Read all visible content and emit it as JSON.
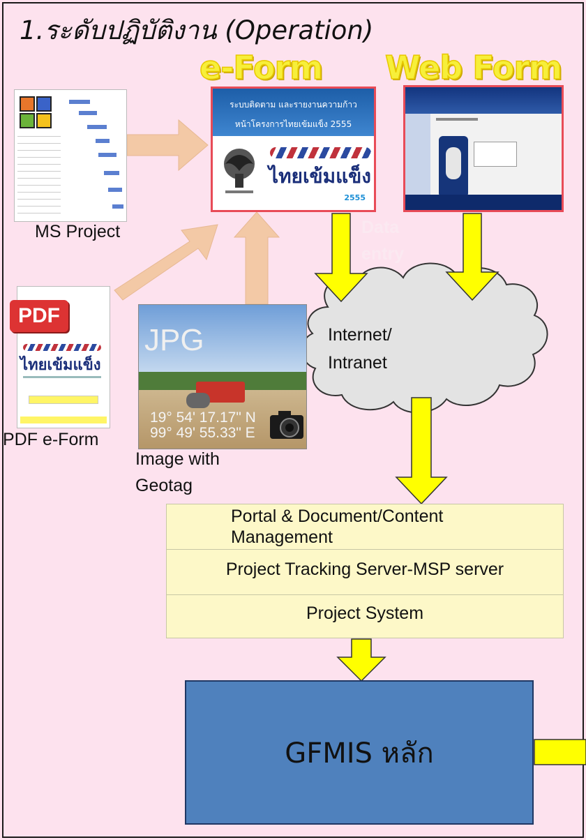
{
  "title": "1.ระดับปฏิบัติงาน (Operation)",
  "headers": {
    "eform": "e-Form",
    "webform": "Web Form"
  },
  "msproject": {
    "label": "MS Project"
  },
  "eform_panel": {
    "line1": "ระบบติดตาม และรายงานความก้าว",
    "line2": "หน้าโครงการไทยเข้มแข็ง 2555",
    "brand": "ไทยเข้มแข็ง",
    "year": "2555"
  },
  "pdf": {
    "badge": "PDF",
    "label": "PDF e-Form",
    "brand": "ไทยเข้มแข็ง"
  },
  "jpg": {
    "badge": "JPG",
    "lat": "19° 54' 17.17\" N",
    "lon": "99° 49' 55.33\" E",
    "label_line1": "Image with",
    "label_line2": "Geotag"
  },
  "data_entry": {
    "line1": "Data",
    "line2": "entry"
  },
  "cloud": {
    "line1": "Internet/",
    "line2": "Intranet"
  },
  "layers": [
    {
      "line1": "Portal & Document/Content",
      "line2": "Management"
    },
    {
      "line1": "Project Tracking Server-MSP  server"
    },
    {
      "line1": "Project System"
    }
  ],
  "gfmis": {
    "label": "GFMIS หลัก"
  },
  "colors": {
    "background": "#fde2ee",
    "arrow_yellow": "#ffff00",
    "arrow_tan": "#f3c9a6",
    "gfmis_blue": "#4f81bd",
    "layer_fill": "#fdf8c8"
  }
}
